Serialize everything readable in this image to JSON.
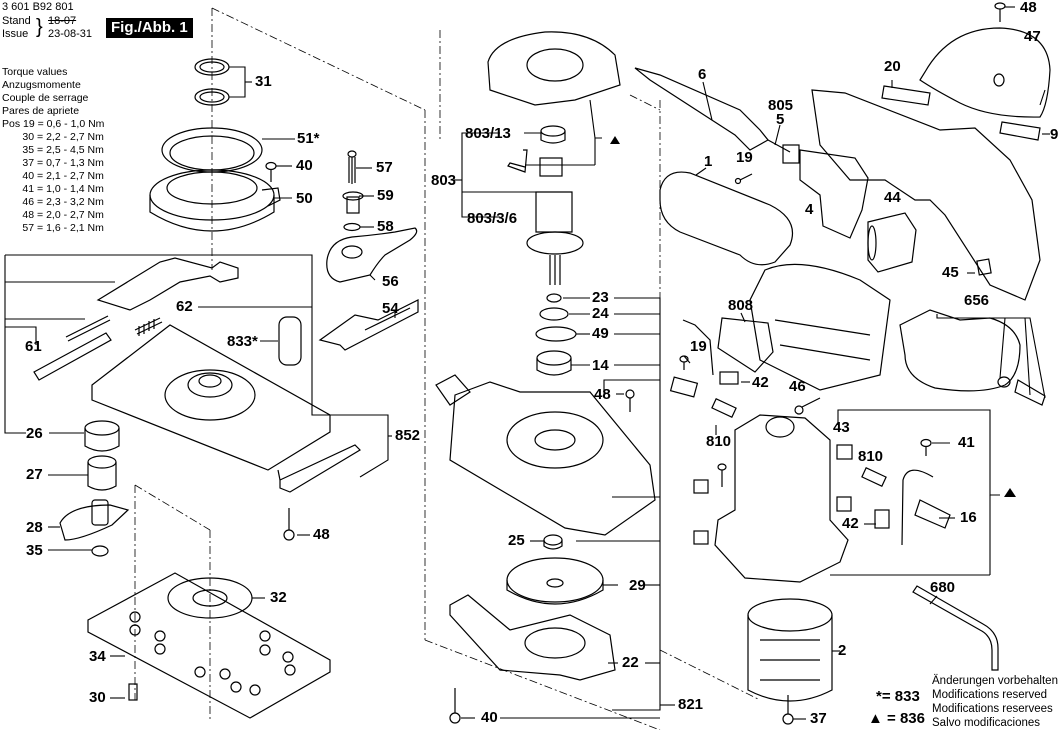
{
  "header": {
    "part_number": "3 601 B92 801",
    "stand_label": "Stand",
    "issue_label": "Issue",
    "old_date": "18-07",
    "issue_date": "23-08-31",
    "figure_label": "Fig./Abb. 1"
  },
  "torque": {
    "titles": [
      "Torque values",
      "Anzugsmomente",
      "Couple de serrage",
      "Pares de apriete"
    ],
    "prefix": "Pos",
    "rows": [
      {
        "pos": "19",
        "value": "0,6 - 1,0 Nm"
      },
      {
        "pos": "30",
        "value": "2,2 - 2,7 Nm"
      },
      {
        "pos": "35",
        "value": "2,5 - 4,5 Nm"
      },
      {
        "pos": "37",
        "value": "0,7 - 1,3 Nm"
      },
      {
        "pos": "40",
        "value": "2,1 - 2,7 Nm"
      },
      {
        "pos": "41",
        "value": "1,0 - 1,4 Nm"
      },
      {
        "pos": "46",
        "value": "2,3 - 3,2 Nm"
      },
      {
        "pos": "48",
        "value": "2,0 - 2,7 Nm"
      },
      {
        "pos": "57",
        "value": "1,6 - 2,1 Nm"
      }
    ]
  },
  "labels": {
    "p31": "31",
    "p51": "51*",
    "p40a": "40",
    "p50": "50",
    "p57": "57",
    "p59": "59",
    "p58": "58",
    "p56": "56",
    "p54": "54",
    "p62": "62",
    "p833": "833*",
    "p61": "61",
    "p26": "26",
    "p27": "27",
    "p28": "28",
    "p35": "35",
    "p852": "852",
    "p48a": "48",
    "p32": "32",
    "p34": "34",
    "p30": "30",
    "p803_13": "803/13",
    "p803": "803",
    "p803_3_6": "803/3/6",
    "p23": "23",
    "p24": "24",
    "p49": "49",
    "p14": "14",
    "p48b": "48",
    "p25": "25",
    "p29": "29",
    "p22": "22",
    "p40b": "40",
    "p821": "821",
    "p6": "6",
    "p805": "805",
    "p5": "5",
    "p19a": "19",
    "p1": "1",
    "p4": "4",
    "p44": "44",
    "p20": "20",
    "p48c": "48",
    "p47": "47",
    "p9": "9",
    "p45": "45",
    "p656": "656",
    "p808": "808",
    "p19b": "19",
    "p42a": "42",
    "p46": "46",
    "p810a": "810",
    "p43": "43",
    "p41": "41",
    "p810b": "810",
    "p42b": "42",
    "p16": "16",
    "p680": "680",
    "p2": "2",
    "p37": "37"
  },
  "legend": {
    "star_key": "*= 833",
    "triangle_key": "▲ = 836",
    "notes": [
      "Änderungen vorbehalten",
      "Modifications reserved",
      "Modifications reservees",
      "Salvo modificaciones"
    ]
  }
}
